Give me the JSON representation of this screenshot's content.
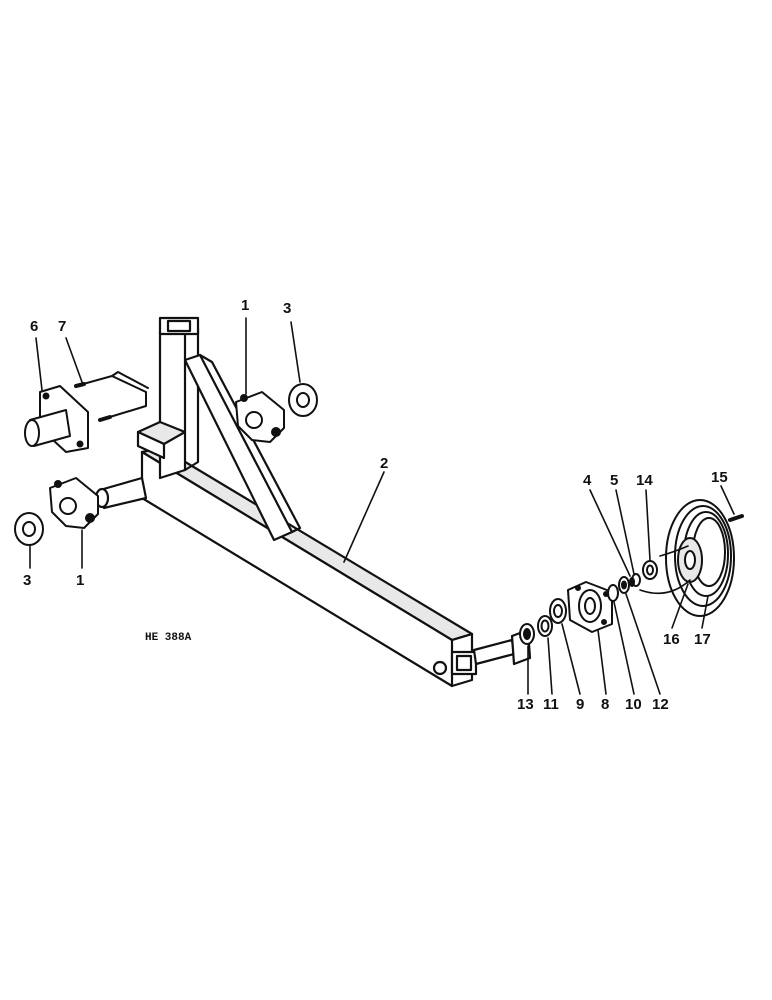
{
  "reference": "HE 388A",
  "callouts": {
    "c1_top": "1",
    "c3_top": "3",
    "c6": "6",
    "c7": "7",
    "c2": "2",
    "c3_left": "3",
    "c1_left": "1",
    "c4": "4",
    "c5": "5",
    "c14": "14",
    "c15": "15",
    "c16": "16",
    "c17": "17",
    "c13": "13",
    "c11": "11",
    "c9": "9",
    "c8": "8",
    "c10": "10",
    "c12": "12"
  }
}
